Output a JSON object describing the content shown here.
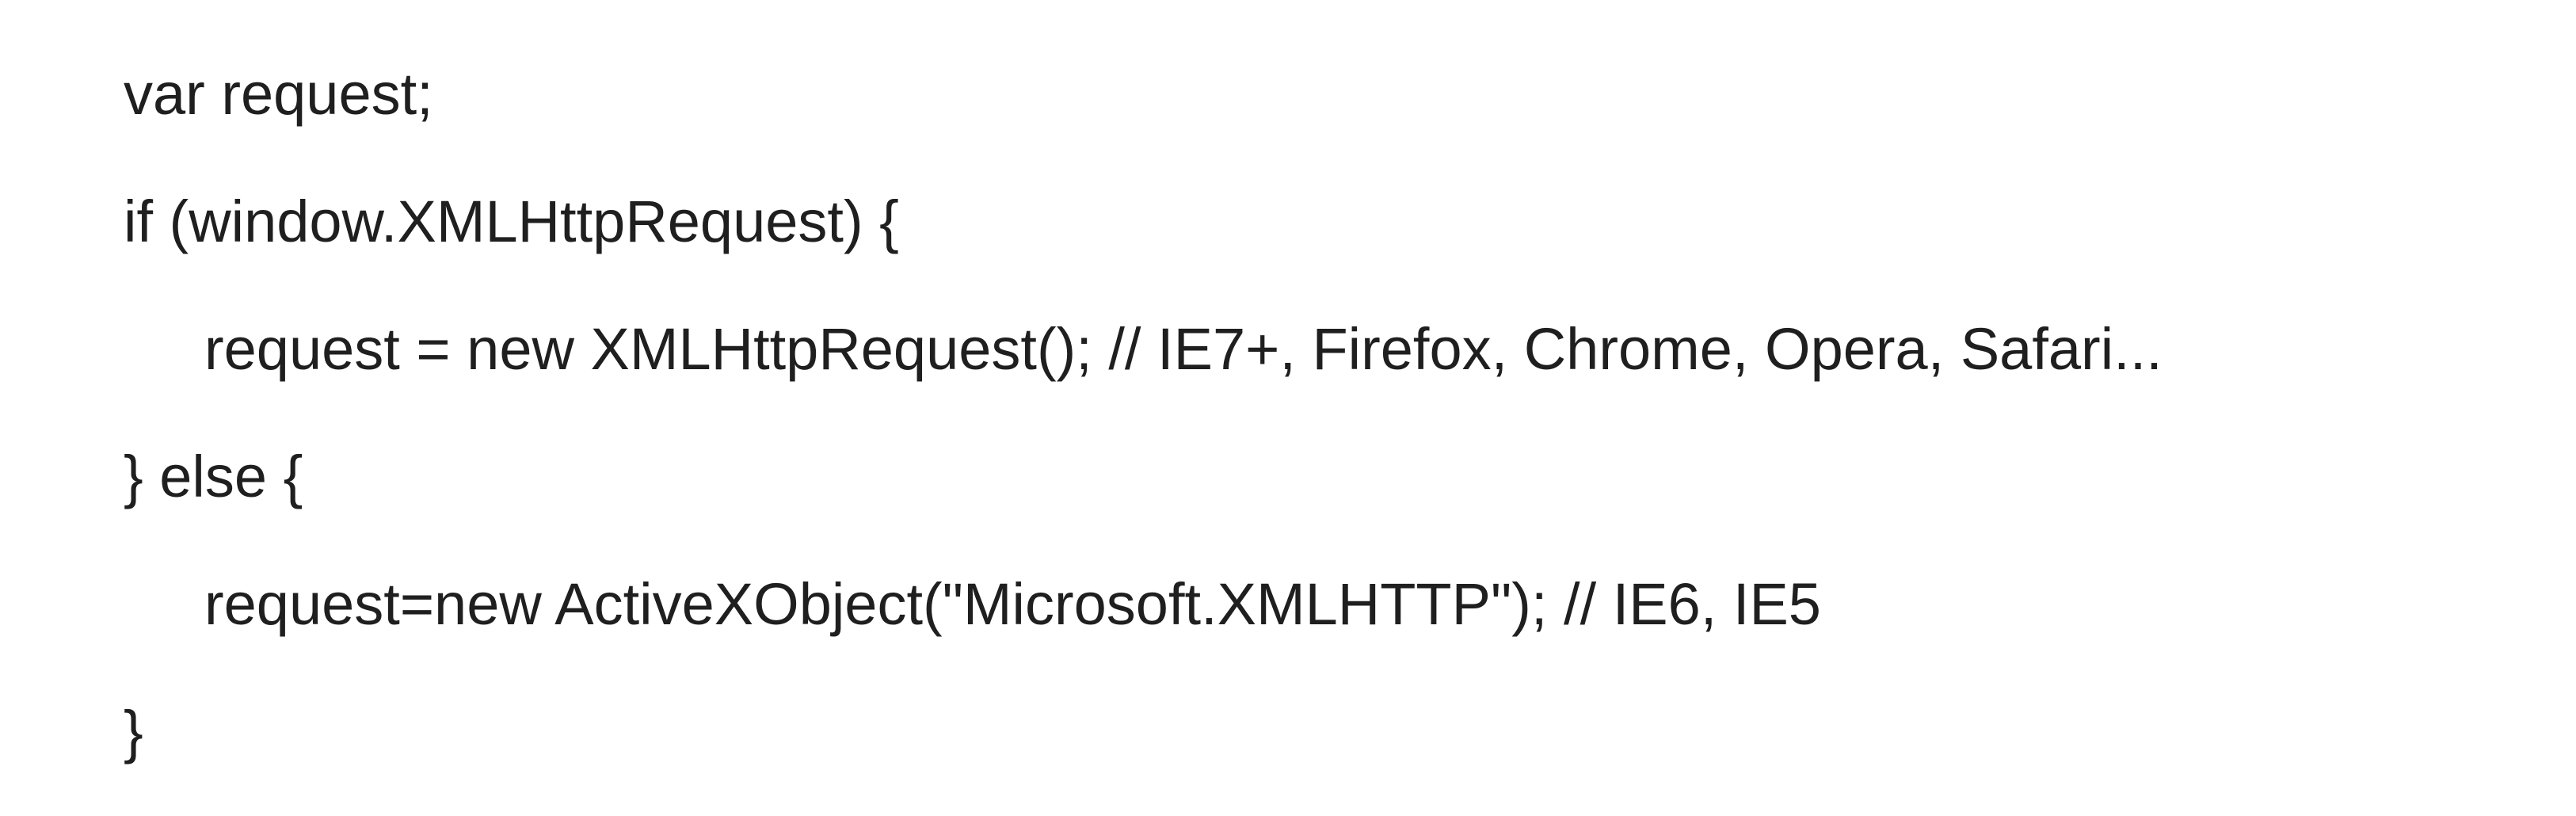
{
  "code": {
    "lines": [
      {
        "text": "var request;",
        "indent": 0
      },
      {
        "text": "if (window.XMLHttpRequest) {",
        "indent": 0
      },
      {
        "text": "request = new XMLHttpRequest(); // IE7+, Firefox, Chrome, Opera, Safari...",
        "indent": 1
      },
      {
        "text": "} else {",
        "indent": 0
      },
      {
        "text": "request=new ActiveXObject(\"Microsoft.XMLHTTP\"); // IE6, IE5",
        "indent": 1
      },
      {
        "text": "}",
        "indent": 0
      }
    ]
  }
}
